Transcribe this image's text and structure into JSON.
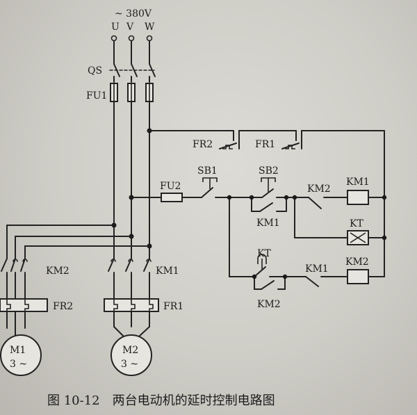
{
  "supply": {
    "voltage": "~ 380V",
    "phase_u": "U",
    "phase_v": "V",
    "phase_w": "W"
  },
  "labels": {
    "qs": "QS",
    "fu1": "FU1",
    "fu2": "FU2",
    "fr2": "FR2",
    "fr1": "FR1",
    "sb1": "SB1",
    "sb2": "SB2",
    "km1": "KM1",
    "km2": "KM2",
    "kt": "KT"
  },
  "motors": {
    "m1": {
      "name": "M1",
      "phase": "3 ~"
    },
    "m2": {
      "name": "M2",
      "phase": "3 ~"
    }
  },
  "caption": "图 10-12　两台电动机的延时控制电路图"
}
